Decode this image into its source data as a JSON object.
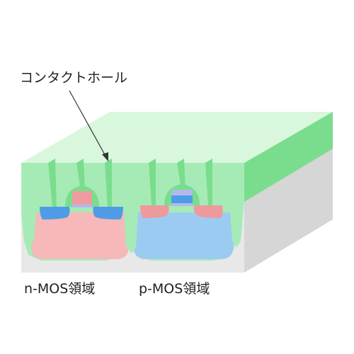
{
  "labels": {
    "contact_hole": "コンタクトホール",
    "nmos_region": "n-MOS領域",
    "pmos_region": "p-MOS領域"
  },
  "colors": {
    "oxide_top": "#d8f7dd",
    "oxide_front": "#a6ebb6",
    "oxide_side": "#79dd8d",
    "substrate": "#e8e8e8",
    "substrate_side": "#d6d6d6",
    "p_well": "#f6b8b8",
    "n_well": "#9ccbf2",
    "n_diffusion": "#4f9ce6",
    "p_diffusion": "#ee9a9d",
    "gate": "#ef9aa0",
    "gate_oxide": "#b3b8ef",
    "spacer": "#a6ebb6"
  }
}
